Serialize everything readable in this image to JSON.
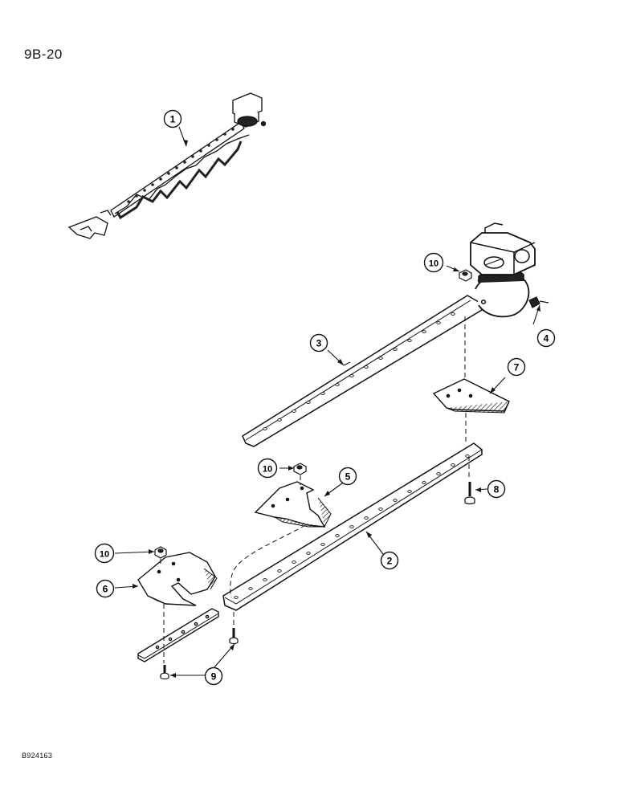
{
  "page": {
    "number": "9B-20",
    "figure_code": "B924163"
  },
  "callouts": [
    {
      "id": "1",
      "label": "1"
    },
    {
      "id": "2",
      "label": "2"
    },
    {
      "id": "3",
      "label": "3"
    },
    {
      "id": "4",
      "label": "4"
    },
    {
      "id": "5",
      "label": "5"
    },
    {
      "id": "6",
      "label": "6"
    },
    {
      "id": "7",
      "label": "7"
    },
    {
      "id": "8",
      "label": "8"
    },
    {
      "id": "9",
      "label": "9"
    },
    {
      "id": "10a",
      "label": "10"
    },
    {
      "id": "10b",
      "label": "10"
    },
    {
      "id": "10c",
      "label": "10"
    }
  ]
}
